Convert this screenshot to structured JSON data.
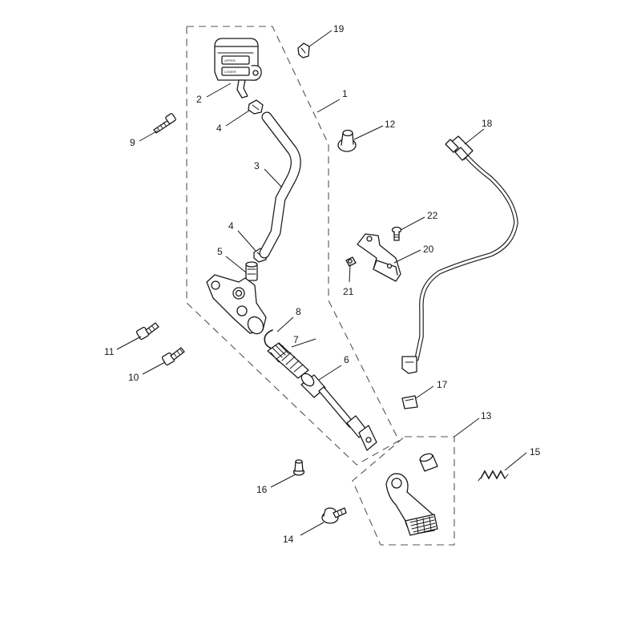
{
  "reservoir_text": {
    "upper": "UPPER",
    "lower": "LOWER"
  },
  "callouts": [
    {
      "id": "1",
      "label": "1"
    },
    {
      "id": "2",
      "label": "2"
    },
    {
      "id": "3",
      "label": "3"
    },
    {
      "id": "4a",
      "label": "4"
    },
    {
      "id": "4b",
      "label": "4"
    },
    {
      "id": "5",
      "label": "5"
    },
    {
      "id": "6",
      "label": "6"
    },
    {
      "id": "7",
      "label": "7"
    },
    {
      "id": "8",
      "label": "8"
    },
    {
      "id": "9",
      "label": "9"
    },
    {
      "id": "10",
      "label": "10"
    },
    {
      "id": "11",
      "label": "11"
    },
    {
      "id": "12",
      "label": "12"
    },
    {
      "id": "13",
      "label": "13"
    },
    {
      "id": "14",
      "label": "14"
    },
    {
      "id": "15",
      "label": "15"
    },
    {
      "id": "16",
      "label": "16"
    },
    {
      "id": "17",
      "label": "17"
    },
    {
      "id": "18",
      "label": "18"
    },
    {
      "id": "19",
      "label": "19"
    },
    {
      "id": "20",
      "label": "20"
    },
    {
      "id": "21",
      "label": "21"
    },
    {
      "id": "22",
      "label": "22"
    }
  ]
}
